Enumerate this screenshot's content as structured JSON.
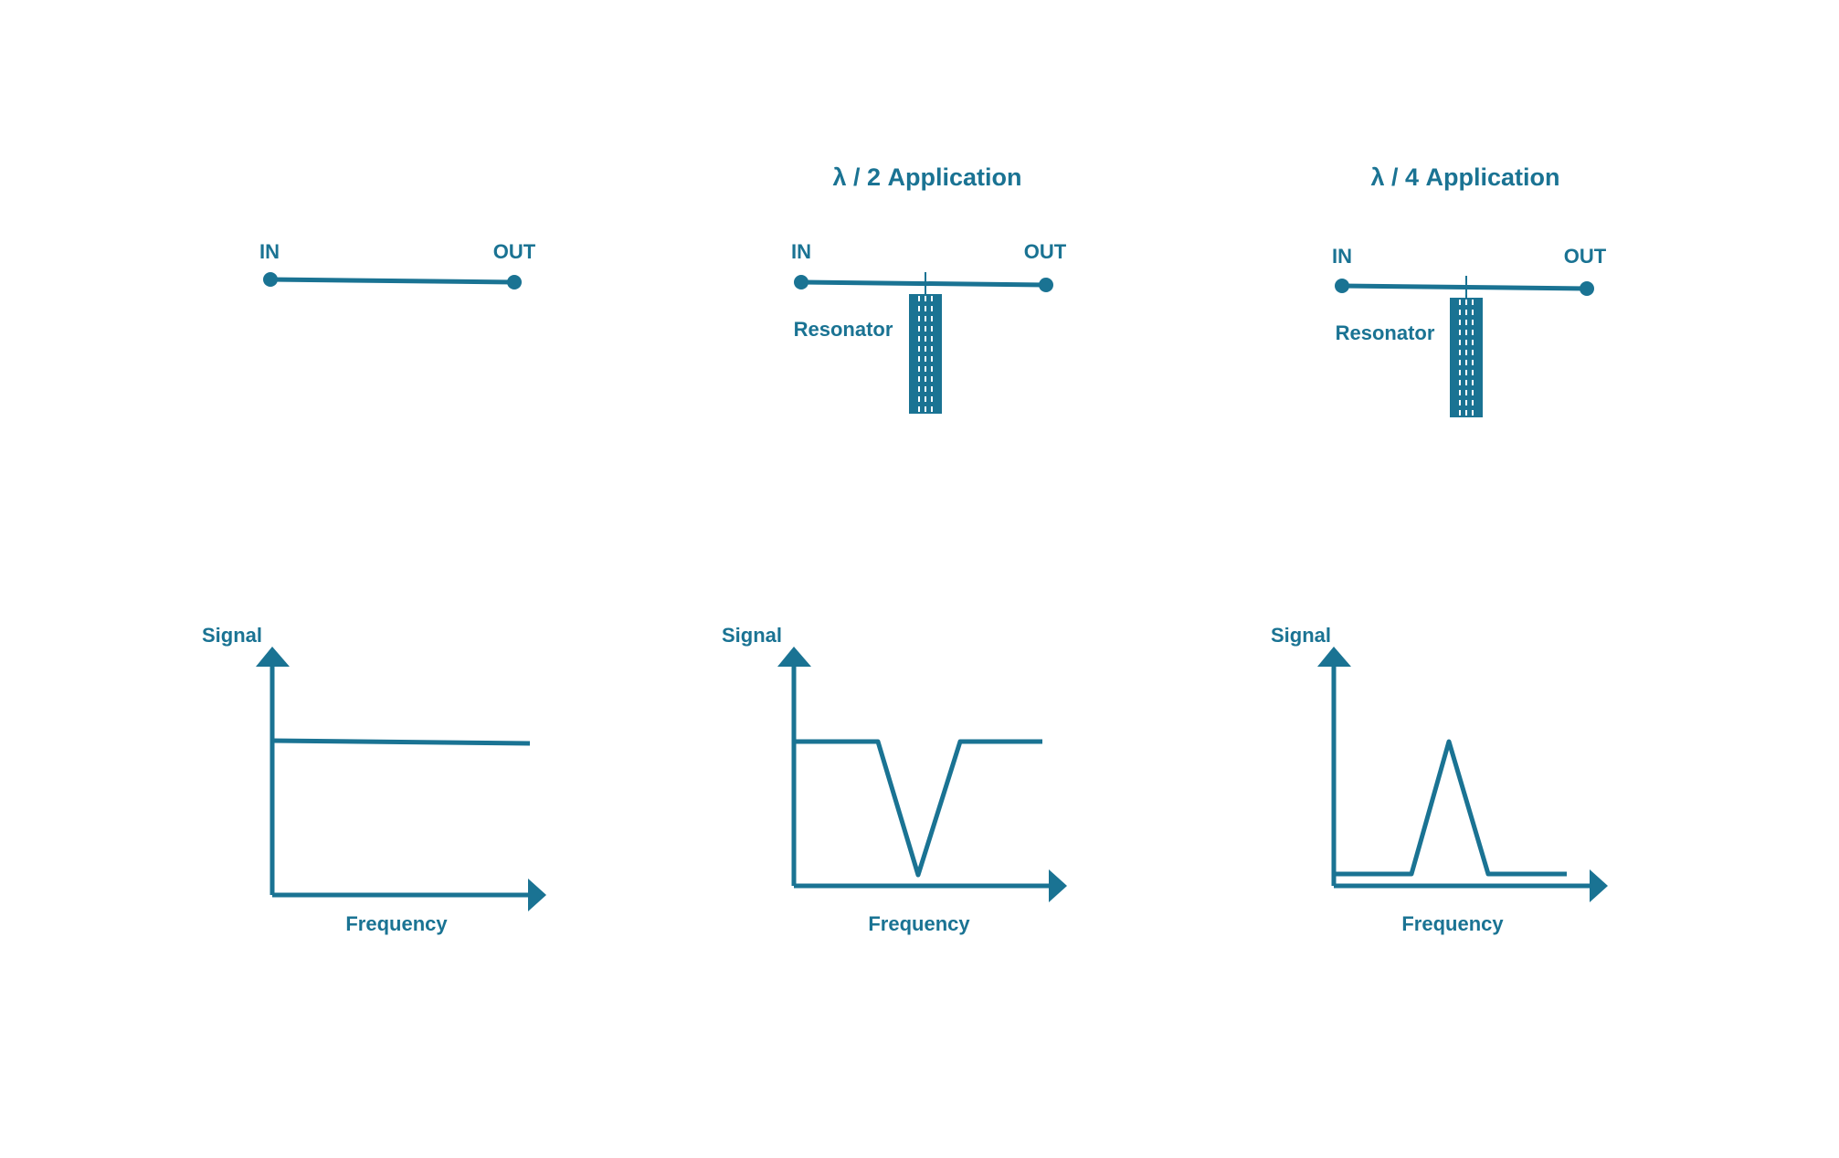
{
  "colors": {
    "primary": "#1a7393",
    "background": "#ffffff"
  },
  "panels": [
    {
      "id": "direct",
      "title": "",
      "circuit": {
        "in_label": "IN",
        "out_label": "OUT",
        "resonator_label": ""
      },
      "graph": {
        "y_label": "Signal",
        "x_label": "Frequency",
        "response": "flat"
      }
    },
    {
      "id": "half-wave",
      "title": "λ / 2 Application",
      "circuit": {
        "in_label": "IN",
        "out_label": "OUT",
        "resonator_label": "Resonator"
      },
      "graph": {
        "y_label": "Signal",
        "x_label": "Frequency",
        "response": "notch"
      }
    },
    {
      "id": "quarter-wave",
      "title": "λ / 4 Application",
      "circuit": {
        "in_label": "IN",
        "out_label": "OUT",
        "resonator_label": "Resonator"
      },
      "graph": {
        "y_label": "Signal",
        "x_label": "Frequency",
        "response": "peak"
      }
    }
  ]
}
